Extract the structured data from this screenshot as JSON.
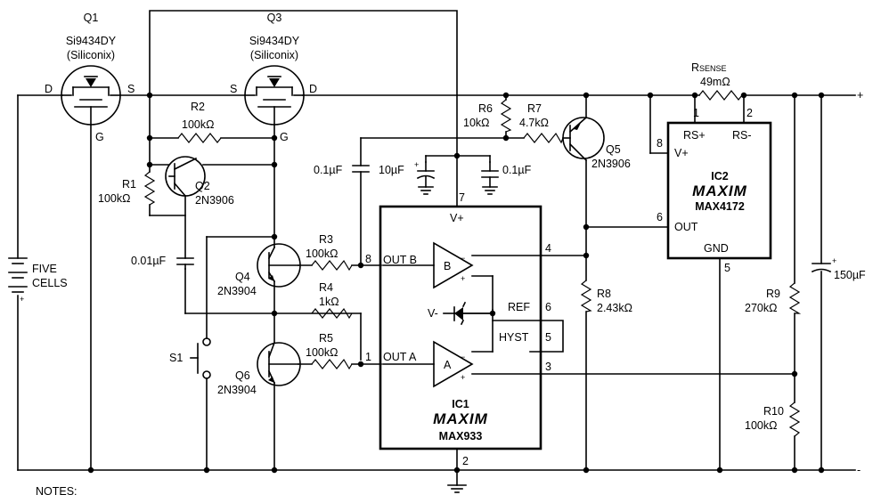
{
  "components": {
    "q1": {
      "ref": "Q1",
      "part": "Si9434DY",
      "maker": "(Siliconix)",
      "d": "D",
      "s": "S",
      "g": "G"
    },
    "q3": {
      "ref": "Q3",
      "part": "Si9434DY",
      "maker": "(Siliconix)",
      "d": "D",
      "s": "S",
      "g": "G"
    },
    "q2": {
      "ref": "Q2",
      "part": "2N3906"
    },
    "q4": {
      "ref": "Q4",
      "part": "2N3904"
    },
    "q5": {
      "ref": "Q5",
      "part": "2N3906"
    },
    "q6": {
      "ref": "Q6",
      "part": "2N3904"
    },
    "r1": {
      "ref": "R1",
      "value": "100kΩ"
    },
    "r2": {
      "ref": "R2",
      "value": "100kΩ"
    },
    "r3": {
      "ref": "R3",
      "value": "100kΩ"
    },
    "r4": {
      "ref": "R4",
      "value": "1kΩ"
    },
    "r5": {
      "ref": "R5",
      "value": "100kΩ"
    },
    "r6": {
      "ref": "R6",
      "value": "10kΩ"
    },
    "r7": {
      "ref": "R7",
      "value": "4.7kΩ"
    },
    "r8": {
      "ref": "R8",
      "value": "2.43kΩ"
    },
    "r9": {
      "ref": "R9",
      "value": "270kΩ"
    },
    "r10": {
      "ref": "R10",
      "value": "100kΩ"
    },
    "rsense": {
      "ref": "R",
      "sub": "SENSE",
      "value": "49mΩ"
    },
    "c1": {
      "value": "0.1µF"
    },
    "c2": {
      "value": "10µF"
    },
    "c3": {
      "value": "0.1µF"
    },
    "c4": {
      "value": "0.01µF"
    },
    "c5": {
      "value": "150µF"
    },
    "s1": {
      "ref": "S1"
    },
    "battery": {
      "line1": "FIVE",
      "line2": "CELLS"
    }
  },
  "ic1": {
    "ref": "IC1",
    "brand": "MAXIM",
    "part": "MAX933",
    "vplus": "V+",
    "vminus": "V-",
    "outb": "OUT B",
    "outa": "OUT A",
    "ref_pin": "REF",
    "hyst": "HYST",
    "comp_b": "B",
    "comp_a": "A",
    "pin7": "7",
    "pin8": "8",
    "pin1": "1",
    "pin4": "4",
    "pin6": "6",
    "pin5": "5",
    "pin3": "3",
    "pin2": "2"
  },
  "ic2": {
    "ref": "IC2",
    "brand": "MAXIM",
    "part": "MAX4172",
    "rsp": "RS+",
    "rsm": "RS-",
    "vplus": "V+",
    "out": "OUT",
    "gnd": "GND",
    "pin1": "1",
    "pin2": "2",
    "pin8": "8",
    "pin6": "6",
    "pin5": "5"
  },
  "rails": {
    "plus": "+",
    "minus": "-"
  },
  "notes": "NOTES:"
}
